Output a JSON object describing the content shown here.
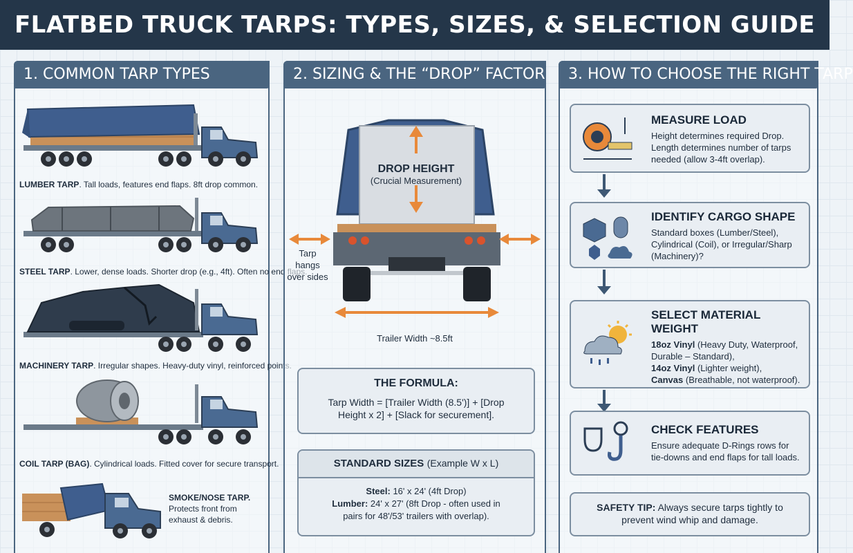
{
  "title": "FLATBED TRUCK TARPS: TYPES, SIZES, & SELECTION GUIDE",
  "panels": {
    "types": {
      "title": "1. COMMON TARP TYPES",
      "items": [
        {
          "name": "LUMBER TARP",
          "desc": "Tall loads, features end flaps. 8ft drop common."
        },
        {
          "name": "STEEL TARP",
          "desc": "Lower, dense loads. Shorter drop (e.g., 4ft). Often no end flaps."
        },
        {
          "name": "MACHINERY TARP",
          "desc": "Irregular shapes. Heavy-duty vinyl, reinforced points."
        },
        {
          "name": "COIL TARP (BAG)",
          "desc": "Cylindrical loads. Fitted cover for secure transport."
        },
        {
          "name": "SMOKE/NOSE TARP.",
          "desc1": "Protects front from",
          "desc2": "exhaust & debris."
        }
      ]
    },
    "sizing": {
      "title": "2. SIZING & THE “DROP” FACTOR",
      "drop_label": "DROP HEIGHT",
      "drop_sub": "(Crucial Measurement)",
      "hang_1": "Tarp",
      "hang_2": "hangs",
      "hang_3": "over sides",
      "width_label": "Trailer Width ~8.5ft",
      "formula_title": "THE FORMULA:",
      "formula_1": "Tarp Width = [Trailer Width (8.5')] + [Drop",
      "formula_2": "Height x 2] + [Slack for securement].",
      "sizes_title": "STANDARD SIZES",
      "sizes_sub": "(Example W x L)",
      "steel_label": "Steel:",
      "steel_val": "16' x 24' (4ft Drop)",
      "lumber_label": "Lumber:",
      "lumber_val": "24' x 27' (8ft Drop - often used in",
      "lumber_val2": "pairs for 48'/53' trailers with overlap)."
    },
    "choose": {
      "title": "3. HOW TO CHOOSE THE RIGHT TARP",
      "steps": [
        {
          "title": "MEASURE LOAD",
          "l1": "Height determines required Drop.",
          "l2": "Length determines number of tarps",
          "l3": "needed (allow 3-4ft overlap)."
        },
        {
          "title": "IDENTIFY CARGO SHAPE",
          "l1": "Standard boxes (Lumber/Steel),",
          "l2": "Cylindrical (Coil), or Irregular/Sharp",
          "l3": "(Machinery)?"
        },
        {
          "title": "SELECT MATERIAL WEIGHT",
          "b1": "18oz Vinyl",
          "t1": "(Heavy Duty, Waterproof,",
          "l2": "Durable – Standard),",
          "b3": "14oz Vinyl",
          "t3": "(Lighter weight),",
          "b4": "Canvas",
          "t4": "(Breathable, not waterproof)."
        },
        {
          "title": "CHECK FEATURES",
          "l1": "Ensure adequate D-Rings rows for",
          "l2": "tie-downs and end flaps for tall loads."
        }
      ],
      "tip_label": "SAFETY TIP:",
      "tip_1": "Always secure tarps tightly to",
      "tip_2": "prevent wind whip and damage."
    }
  },
  "colors": {
    "header": "#243649",
    "panel_border": "#4a6580",
    "tarp_blue": "#3f5e8e",
    "arrow_orange": "#e8893a",
    "wood": "#c9915a"
  }
}
